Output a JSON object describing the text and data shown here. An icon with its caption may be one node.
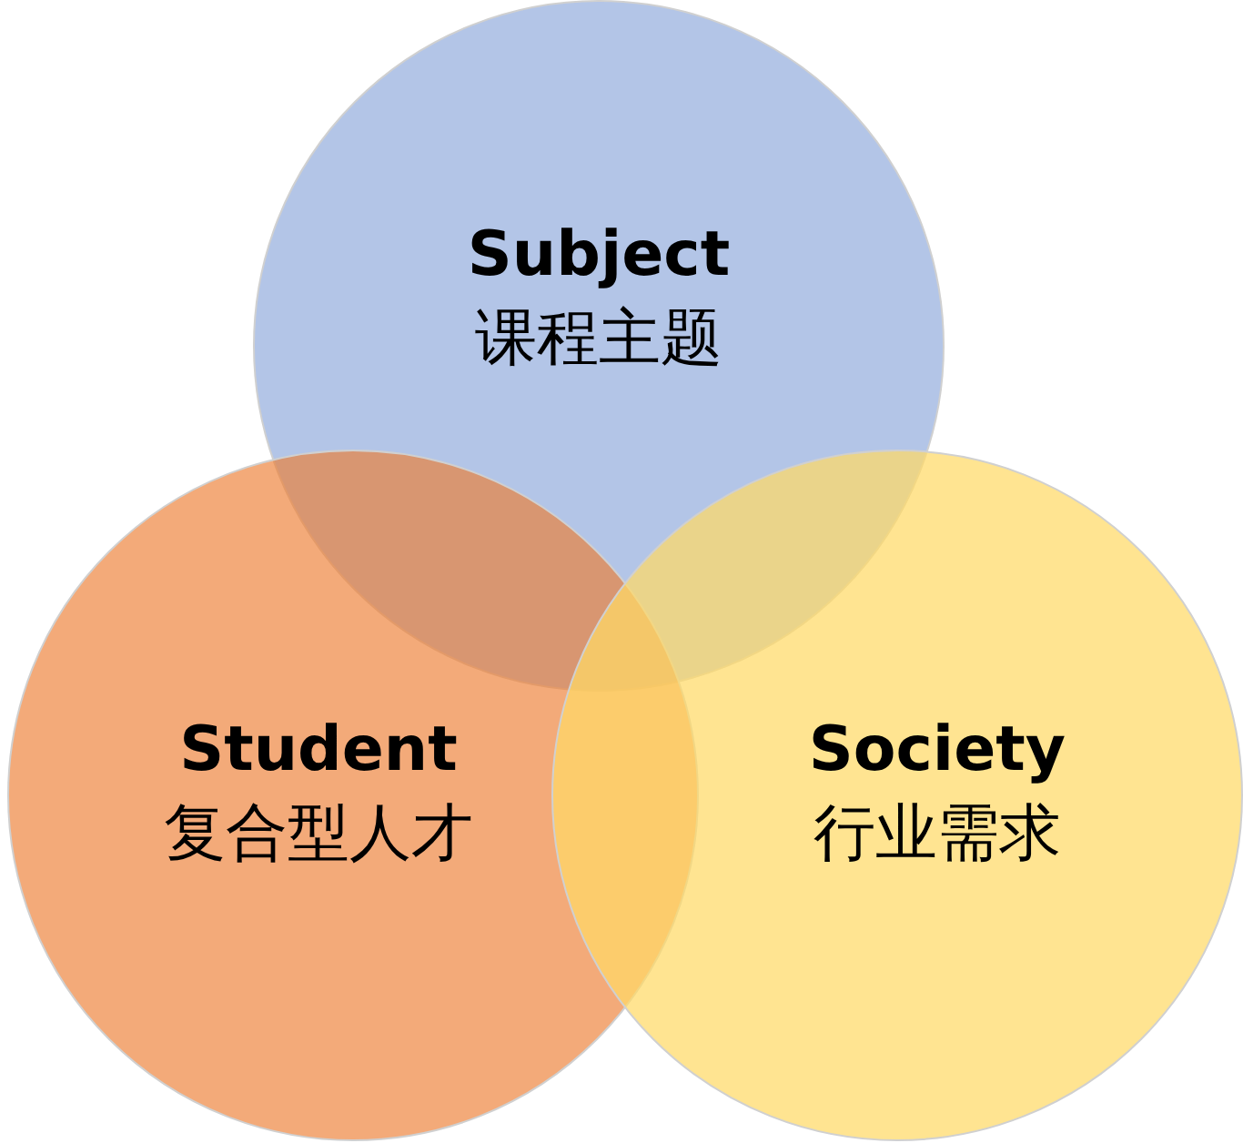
{
  "diagram": {
    "nodes": [
      {
        "text": [
          "Subject",
          "课程主题"
        ]
      },
      {
        "text": [
          "Student",
          "复合型人才"
        ]
      },
      {
        "text": [
          "Society",
          "行业需求"
        ]
      }
    ]
  }
}
